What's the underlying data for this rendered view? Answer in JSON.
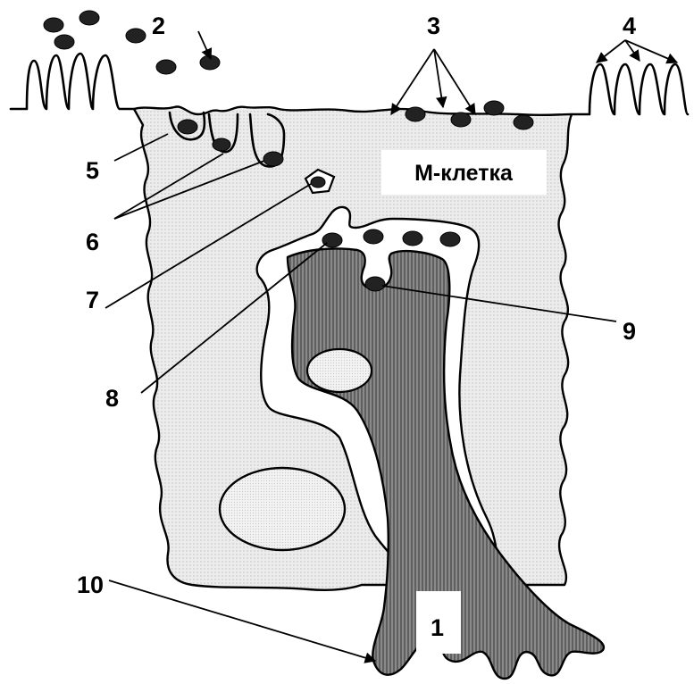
{
  "labels": {
    "one": "1",
    "two": "2",
    "three": "3",
    "four": "4",
    "five": "5",
    "six": "6",
    "seven": "7",
    "eight": "8",
    "nine": "9",
    "ten": "10"
  },
  "cell_label": "М-клетка",
  "colors": {
    "line": "#000000",
    "cell_fill": "#e6e6e6",
    "lymphocyte_fill": "#7a7a7a",
    "particle": "#222222",
    "background": "#ffffff"
  }
}
